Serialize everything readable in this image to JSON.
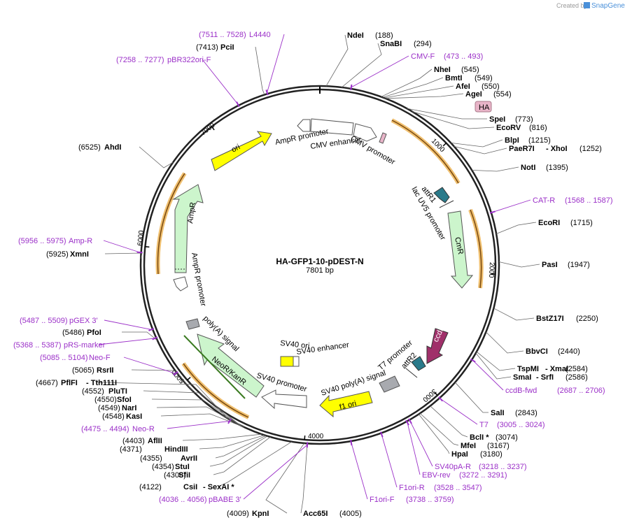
{
  "header": {
    "credit": "Created by",
    "brand": "SnapGene"
  },
  "plasmid": {
    "name": "HA-GFP1-10-pDEST-N",
    "length": "7801 bp"
  },
  "ticks": [
    "1000",
    "2000",
    "3000",
    "4000",
    "5000",
    "6000",
    "7000"
  ],
  "sites": [
    {
      "enzyme": "NdeI",
      "pos": "(188)"
    },
    {
      "enzyme": "SnaBI",
      "pos": "(294)"
    },
    {
      "enzyme": "NheI",
      "pos": "(545)"
    },
    {
      "enzyme": "BmtI",
      "pos": "(549)"
    },
    {
      "enzyme": "AfeI",
      "pos": "(550)"
    },
    {
      "enzyme": "AgeI",
      "pos": "(554)"
    },
    {
      "enzyme": "SpeI",
      "pos": "(773)"
    },
    {
      "enzyme": "EcoRV",
      "pos": "(816)"
    },
    {
      "enzyme": "BlpI",
      "pos": "(1215)"
    },
    {
      "enzyme": "PaeR7I",
      "pos": ""
    },
    {
      "enzyme": "- XhoI",
      "pos": "(1252)"
    },
    {
      "enzyme": "NotI",
      "pos": "(1395)"
    },
    {
      "enzyme": "EcoRI",
      "pos": "(1715)"
    },
    {
      "enzyme": "PasI",
      "pos": "(1947)"
    },
    {
      "enzyme": "BstZ17I",
      "pos": "(2250)"
    },
    {
      "enzyme": "BbvCI",
      "pos": "(2440)"
    },
    {
      "enzyme": "TspMI",
      "pos": ""
    },
    {
      "enzyme": "- XmaI",
      "pos": "(2584)"
    },
    {
      "enzyme": "SmaI",
      "pos": ""
    },
    {
      "enzyme": "- SrfI",
      "pos": "(2586)"
    },
    {
      "enzyme": "SalI",
      "pos": "(2843)"
    },
    {
      "enzyme": "BclI *",
      "pos": "(3074)"
    },
    {
      "enzyme": "MfeI",
      "pos": "(3167)"
    },
    {
      "enzyme": "HpaI",
      "pos": "(3180)"
    },
    {
      "enzyme": "Acc65I",
      "pos": "(4005)"
    },
    {
      "enzyme": "KpnI",
      "pos": "(4009)"
    },
    {
      "enzyme": "CsiI",
      "pos": "(4122)"
    },
    {
      "enzyme": "- SexAI *",
      "pos": ""
    },
    {
      "enzyme": "SfiI",
      "pos": "(4308)"
    },
    {
      "enzyme": "StuI",
      "pos": "(4354)"
    },
    {
      "enzyme": "AvrII",
      "pos": "(4355)"
    },
    {
      "enzyme": "HindIII",
      "pos": "(4371)"
    },
    {
      "enzyme": "AflII",
      "pos": "(4403)"
    },
    {
      "enzyme": "KasI",
      "pos": "(4548)"
    },
    {
      "enzyme": "NarI",
      "pos": "(4549)"
    },
    {
      "enzyme": "SfoI",
      "pos": "(4550)"
    },
    {
      "enzyme": "PluTI",
      "pos": "(4552)"
    },
    {
      "enzyme": "PflFI",
      "pos": "(4667)"
    },
    {
      "enzyme": "- Tth111I",
      "pos": ""
    },
    {
      "enzyme": "RsrII",
      "pos": "(5065)"
    },
    {
      "enzyme": "PfoI",
      "pos": "(5486)"
    },
    {
      "enzyme": "XmnI",
      "pos": "(5925)"
    },
    {
      "enzyme": "AhdI",
      "pos": "(6525)"
    },
    {
      "enzyme": "PciI",
      "pos": "(7413)"
    }
  ],
  "primers": [
    {
      "name": "CMV-F",
      "range": "(473 .. 493)"
    },
    {
      "name": "CAT-R",
      "range": "(1568 .. 1587)"
    },
    {
      "name": "ccdB-fwd",
      "range": "(2687 .. 2706)"
    },
    {
      "name": "T7",
      "range": "(3005 .. 3024)"
    },
    {
      "name": "SV40pA-R",
      "range": "(3218 .. 3237)"
    },
    {
      "name": "EBV-rev",
      "range": "(3272 .. 3291)"
    },
    {
      "name": "F1ori-R",
      "range": "(3528 .. 3547)"
    },
    {
      "name": "F1ori-F",
      "range": "(3738 .. 3759)"
    },
    {
      "name": "pBABE 3'",
      "range": "(4036 .. 4056)"
    },
    {
      "name": "Neo-R",
      "range": "(4475 .. 4494)"
    },
    {
      "name": "Neo-F",
      "range": "(5085 .. 5104)"
    },
    {
      "name": "pRS-marker",
      "range": "(5368 .. 5387)"
    },
    {
      "name": "pGEX 3'",
      "range": "(5487 .. 5509)"
    },
    {
      "name": "Amp-R",
      "range": "(5956 .. 5975)"
    },
    {
      "name": "pBR322ori-F",
      "range": "(7258 .. 7277)"
    },
    {
      "name": "L4440",
      "range": "(7511 .. 7528)"
    }
  ],
  "features": {
    "ha": "HA",
    "ampr_promoter_top": "AmpR promoter",
    "cmv_enhancer": "CMV enhancer",
    "cmv_promoter": "CMV promoter",
    "attr1": "attR1",
    "lacuv5": "lac UV5 promoter",
    "cmr": "CmR",
    "ccdb": "ccdB",
    "attr2": "attR2",
    "t7_promoter": "T7 promoter",
    "sv40_polya": "SV40 poly(A) signal",
    "f1ori": "f1 ori",
    "sv40_ori": "SV40 ori",
    "sv40_enhancer": "SV40 enhancer",
    "sv40_promoter": "SV40 promoter",
    "neokanr": "NeoR/KanR",
    "polya": "poly(A) signal",
    "ampr_promoter": "AmpR promoter",
    "ampr": "AmpR",
    "ori": "ori"
  },
  "colors": {
    "backbone": "#222222",
    "primer": "#9b30c8",
    "ori": "#ffff00",
    "resistance": "#ccf5cc",
    "promoter": "#ffffff",
    "ccdb": "#a0306a",
    "attr": "#2a7a8a",
    "ha": "#e8b4c8",
    "highlight": "#f0c070"
  }
}
